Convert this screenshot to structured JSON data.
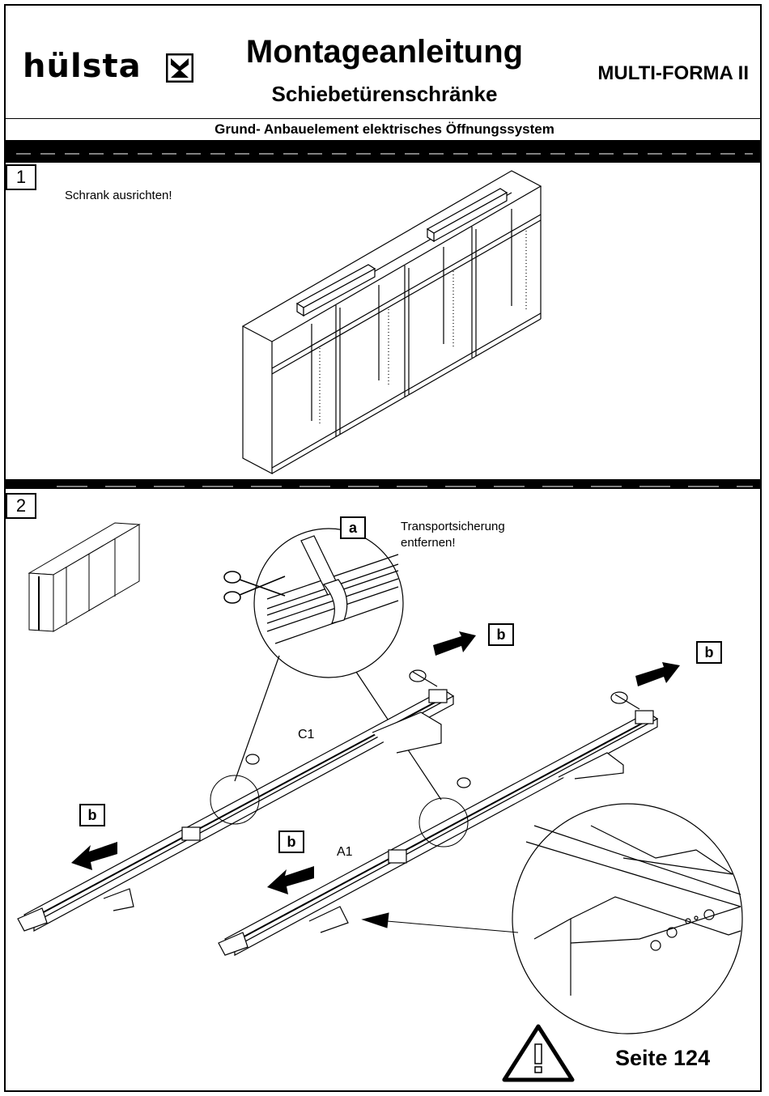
{
  "header": {
    "brand": "hülsta",
    "title": "Montageanleitung",
    "subtitle": "Schiebetürenschränke",
    "model": "MULTI-FORMA II",
    "element_description": "Grund- Anbauelement elektrisches Öffnungssystem"
  },
  "steps": [
    {
      "number": "1",
      "instruction": "Schrank ausrichten!"
    },
    {
      "number": "2",
      "instruction": "Transportsicherung entfernen!"
    }
  ],
  "callouts": {
    "a": "a",
    "b": "b"
  },
  "parts": {
    "c1": "C1",
    "a1": "A1"
  },
  "footer": {
    "page": "Seite 124",
    "warning_icon": "warning-triangle-icon"
  },
  "icons": [
    "hulsta-logo-icon",
    "scissors-icon",
    "arrow-icon",
    "warning-triangle-icon"
  ]
}
